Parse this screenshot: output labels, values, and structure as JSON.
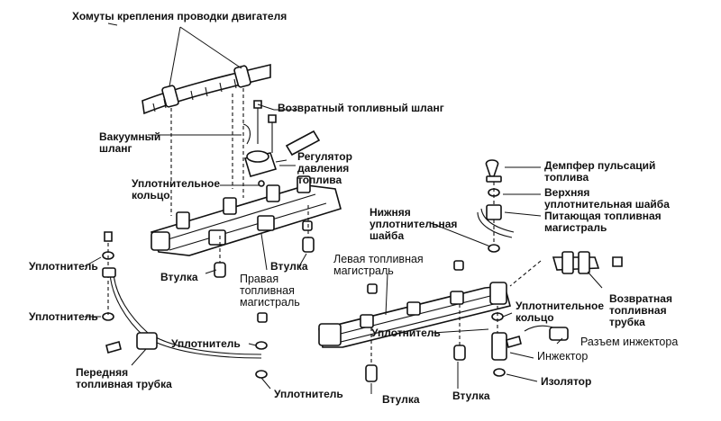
{
  "labels": {
    "wiring_clamps": "Хомуты крепления проводки двигателя",
    "return_hose": "Возвратный топливный шланг",
    "vacuum_hose": "Вакуумный\nшланг",
    "pressure_regulator": "Регулятор\nдавления\nтоплива",
    "o_ring_left": "Уплотнительное\nкольцо",
    "pulsation_damper": "Демпфер пульсаций\nтоплива",
    "upper_washer": "Верхняя\nуплотнительная шайба",
    "supply_line": "Питающая топливная\nмагистраль",
    "lower_washer": "Нижняя\nуплотнительная\nшайба",
    "left_rail": "Левая топливная\nмагистраль",
    "right_rail": "Правая\nтопливная\nмагистраль",
    "sleeve_1": "Втулка",
    "sleeve_2": "Втулка",
    "sleeve_3": "Втулка",
    "sleeve_4": "Втулка",
    "seal_1": "Уплотнитель",
    "seal_2": "Уплотнитель",
    "seal_3": "Уплотнитель",
    "seal_4": "Уплотнитель",
    "seal_5": "Уплотнитель",
    "return_tube": "Возвратная\nтопливная\nтрубка",
    "o_ring_right": "Уплотнительное\nкольцо",
    "injector_connector": "Разъем инжектора",
    "injector": "Инжектор",
    "isolator": "Изолятор",
    "front_fuel_tube": "Передняя\nтопливная трубка"
  }
}
